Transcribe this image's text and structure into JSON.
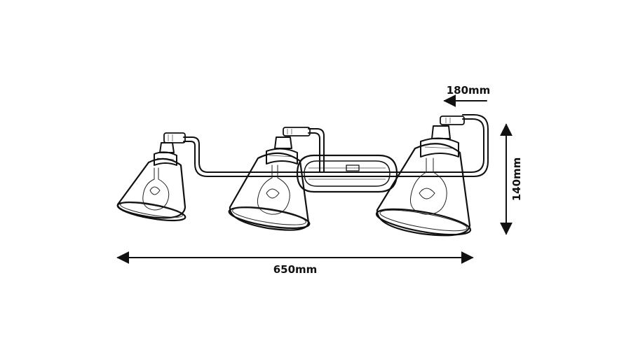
{
  "dimensions": {
    "depth_label": "180mm",
    "height_label": "140mm",
    "width_label": "650mm"
  },
  "colors": {
    "line": "#111111",
    "background": "#ffffff"
  }
}
